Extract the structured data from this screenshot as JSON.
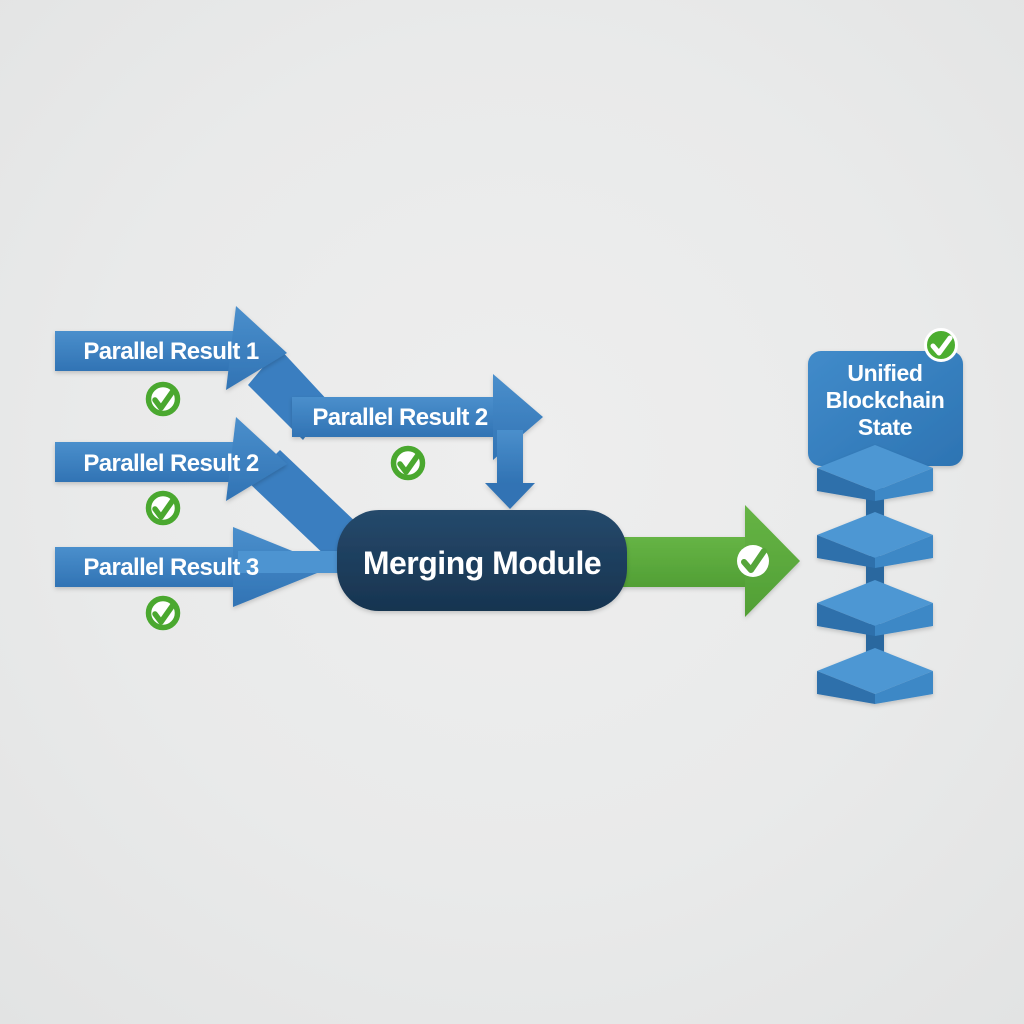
{
  "diagram": {
    "type": "flow-diagram",
    "inputs": [
      {
        "label": "Parallel Result 1",
        "status": "verified",
        "status_icon": "check-circle"
      },
      {
        "label": "Parallel Result 2",
        "status": "verified",
        "status_icon": "check-circle"
      },
      {
        "label": "Parallel Result 3",
        "status": "verified",
        "status_icon": "check-circle"
      }
    ],
    "stage2": {
      "label": "Parallel Result 2",
      "status": "verified",
      "status_icon": "check-circle"
    },
    "merger": {
      "label": "Merging Module"
    },
    "merge_flow": {
      "status": "verified",
      "status_icon": "check-circle"
    },
    "output": {
      "label": "Unified Blockchain State",
      "lines": [
        "Unified",
        "Blockchain",
        "State"
      ],
      "status": "verified",
      "status_icon": "check-badge",
      "block_count": 4
    },
    "colors": {
      "background": "#e9e9e9",
      "arrow_blue": "#3b80c2",
      "arrow_blue_light": "#4d94d1",
      "module_navy": "#1f4364",
      "flow_green": "#5daf3e",
      "check_green": "#4aa82f",
      "output_box_blue": "#3681c3",
      "cube_top": "#4d97d3",
      "cube_left": "#2d6fab",
      "cube_right": "#3e88c6"
    }
  }
}
